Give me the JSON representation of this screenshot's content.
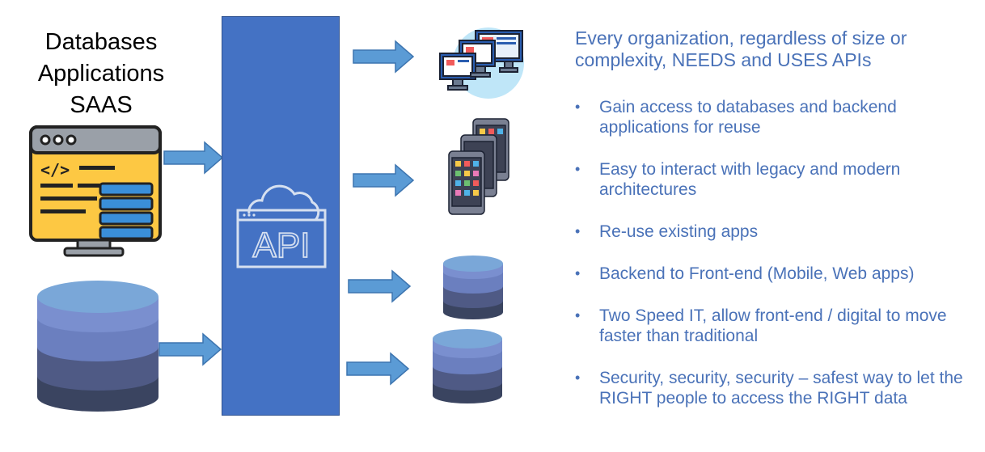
{
  "sources": {
    "lines": [
      "Databases",
      "Applications",
      "SAAS"
    ]
  },
  "api": {
    "label": "API"
  },
  "headline": "Every organization, regardless of size or complexity, NEEDS and USES APIs",
  "bullets": [
    "Gain access to databases and backend applications for reuse",
    "Easy to interact with legacy and modern architectures",
    "Re-use existing apps",
    "Backend to Front-end (Mobile, Web apps)",
    "Two Speed IT, allow front-end / digital to move faster than traditional",
    "Security, security, security – safest way to let the RIGHT people to access the RIGHT data"
  ],
  "colors": {
    "api_bar": "#4472c4",
    "arrow": "#5b9bd5",
    "text_accent": "#4a72b8",
    "db_top": "#7aa7d8",
    "db_mid1": "#6b7fbf",
    "db_mid2": "#4f5a85",
    "db_bottom": "#3a4460"
  },
  "icons": [
    "code-monitor-icon",
    "database-icon",
    "cloud-api-icon",
    "web-monitors-icon",
    "mobile-phones-icon",
    "database-icon"
  ]
}
